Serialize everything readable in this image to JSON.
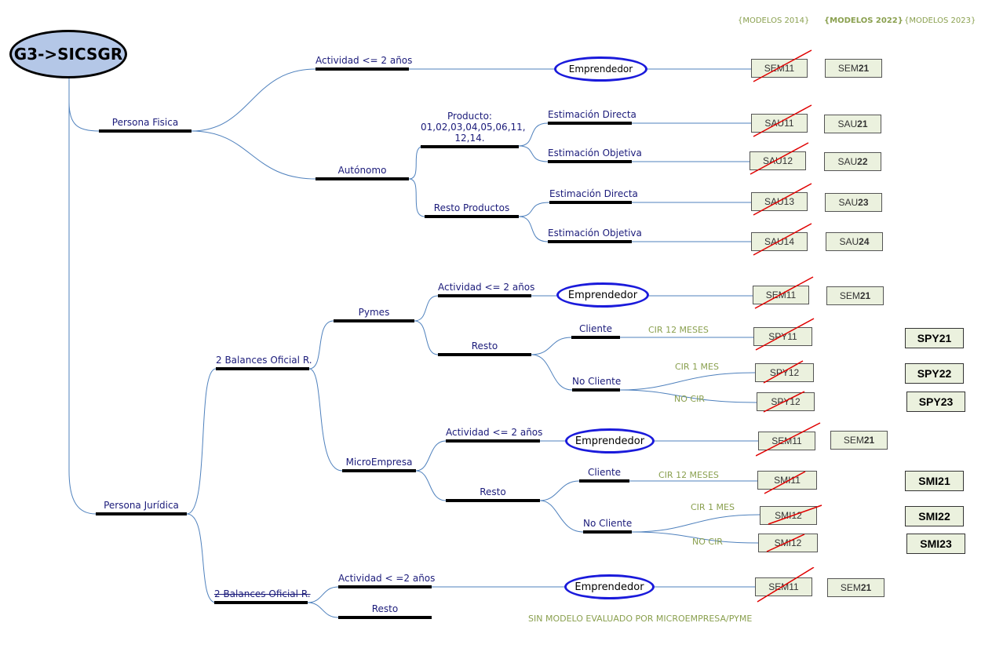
{
  "root": "G3->SICSGR",
  "headers": [
    "{MODELOS 2014}",
    "{MODELOS 2022}",
    "{MODELOS 2023}"
  ],
  "colors": {
    "root_fill": "#b4c7e7",
    "ellipse_border": "#1a1adb",
    "connector": "#4f81bd",
    "box_fill": "#ebf1de",
    "strike": "#e00000",
    "label_green": "#8aa04f",
    "node_text": "#1b1b7a"
  },
  "nodes": {
    "persona_fisica": "Persona Fisica",
    "actividad_pf": "Actividad <= 2 años",
    "autonomo": "Autónomo",
    "producto": "Producto: 01,02,03,04,05,06,11, 12,14.",
    "resto_productos": "Resto Productos",
    "est_directa_1": "Estimación Directa",
    "est_objetiva_1": "Estimación Objetiva",
    "est_directa_2": "Estimación Directa",
    "est_objetiva_2": "Estimación Objetiva",
    "persona_juridica": "Persona Jurídica",
    "balances_1": "2 Balances Oficial R.",
    "pymes": "Pymes",
    "actividad_pymes": "Actividad <= 2 años",
    "resto_pymes": "Resto",
    "cliente_pymes": "Cliente",
    "no_cliente_pymes": "No Cliente",
    "microempresa": "MicroEmpresa",
    "actividad_micro": "Actividad <= 2 años",
    "resto_micro": "Resto",
    "cliente_micro": "Cliente",
    "no_cliente_micro": "No Cliente",
    "balances_2": "2 Balances Oficial R.",
    "actividad_b2": "Actividad < =2 años",
    "resto_b2": "Resto"
  },
  "emprendedor": "Emprendedor",
  "edge_labels": {
    "cir12_pymes": "CIR 12 MESES",
    "cir1_pymes": "CIR 1 MES",
    "nocir_pymes": "NO CIR",
    "cir12_micro": "CIR 12 MESES",
    "cir1_micro": "CIR 1 MES",
    "nocir_micro": "NO CIR",
    "sin_modelo": "SIN MODELO EVALUADO POR MICROEMPRESA/PYME"
  },
  "models_old": [
    "SEM11",
    "SAU11",
    "SAU12",
    "SAU13",
    "SAU14",
    "SEM11",
    "SPY11",
    "SPY12",
    "SPY12",
    "SEM11",
    "SMI11",
    "SMI12",
    "SMI12",
    "SEM11"
  ],
  "models_new": [
    {
      "pre": "SEM",
      "num": "21"
    },
    {
      "pre": "SAU",
      "num": "21"
    },
    {
      "pre": "SAU",
      "num": "22"
    },
    {
      "pre": "SAU",
      "num": "23"
    },
    {
      "pre": "SAU",
      "num": "24"
    },
    {
      "pre": "SEM",
      "num": "21"
    },
    {
      "pre": "SEM",
      "num": "21"
    },
    {
      "pre": "SEM",
      "num": "21"
    }
  ],
  "models_2023": [
    "SPY21",
    "SPY22",
    "SPY23",
    "SMI21",
    "SMI22",
    "SMI23"
  ]
}
